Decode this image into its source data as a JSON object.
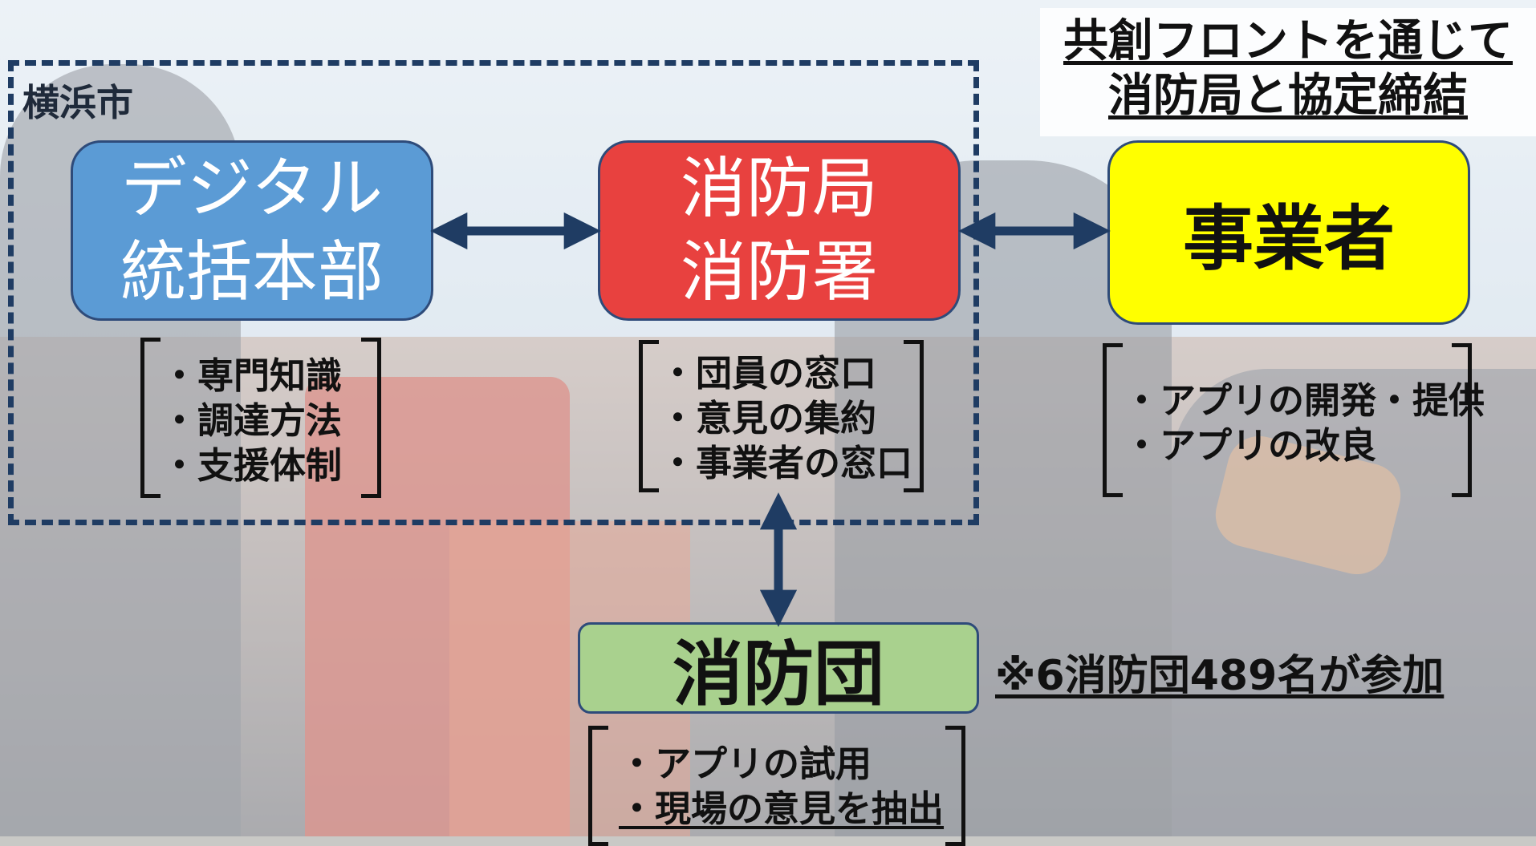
{
  "city_label": "横浜市",
  "top_note": {
    "line1": "共創フロントを通じて",
    "line2": "消防局と協定締結"
  },
  "boxes": {
    "digital": {
      "line1": "デジタル",
      "line2": "統括本部",
      "color": "#5b9bd5"
    },
    "fire": {
      "line1": "消防局",
      "line2": "消防署",
      "color": "#e8413f"
    },
    "business": {
      "label": "事業者",
      "color": "#ffff00"
    },
    "corps": {
      "label": "消防団",
      "color": "#a9d18e"
    }
  },
  "lists": {
    "digital": [
      "専門知識",
      "調達方法",
      "支援体制"
    ],
    "fire": [
      "団員の窓口",
      "意見の集約",
      "事業者の窓口"
    ],
    "business": [
      "アプリの開発・提供",
      "アプリの改良"
    ],
    "corps": [
      "アプリの試用",
      "現場の意見を抽出"
    ]
  },
  "participation_note": "※6消防団489名が参加",
  "colors": {
    "arrow": "#1f3c63",
    "frame": "#1f3c63"
  }
}
